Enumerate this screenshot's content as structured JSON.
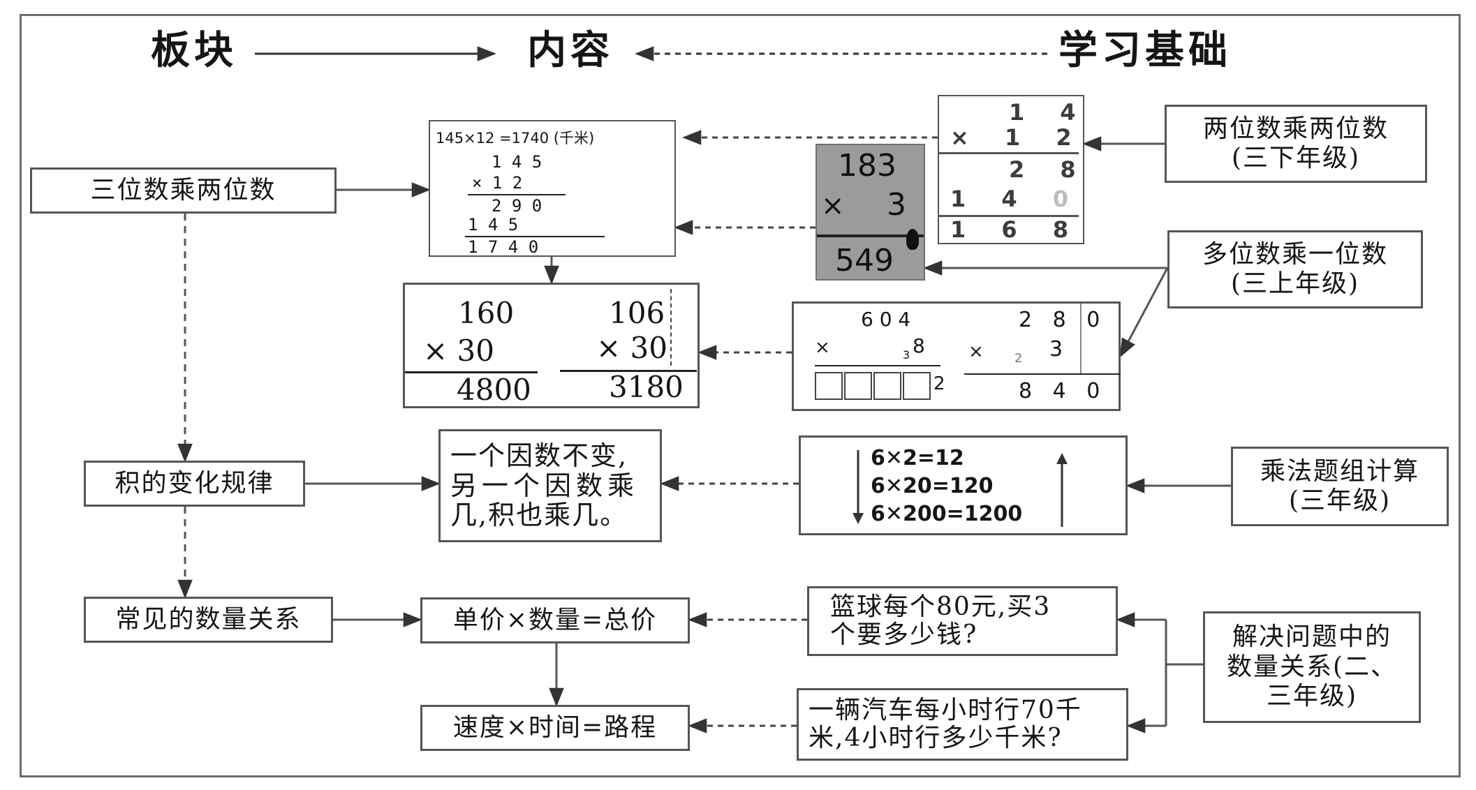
{
  "header": {
    "col1": "板块",
    "col2": "内容",
    "col3": "学习基础"
  },
  "modules": {
    "m1": "三位数乘两位数",
    "m2": "积的变化规律",
    "m3": "常见的数量关系"
  },
  "foundations": {
    "f1": [
      "两位数乘两位数",
      "(三下年级)"
    ],
    "f2": [
      "多位数乘一位数",
      "(三上年级)"
    ],
    "f3": [
      "乘法题组计算",
      "(三年级)"
    ],
    "f4": [
      "解决问题中的",
      "数量关系(二、",
      "三年级)"
    ]
  },
  "content": {
    "calc_145x12": {
      "caption": "145×12 =1740 (千米)",
      "rows": [
        "1 4 5",
        "× 1 2",
        "2 9 0",
        "1 4 5",
        "1 7 4 0"
      ]
    },
    "calc_160x30": {
      "top": "160",
      "mid": "× 30",
      "result": "4800"
    },
    "calc_106x30": {
      "top": "106",
      "mid": "× 30",
      "result": "3180"
    },
    "law_text": [
      "一个因数不变,",
      "另一个因数乘",
      "几,积也乘几。"
    ],
    "formula_price": "单价×数量=总价",
    "formula_speed": "速度×时间=路程"
  },
  "basis": {
    "calc_14x12": {
      "rows": [
        "1 4",
        "× 1 2",
        "2 8",
        "1 4 0",
        "1 6 8"
      ]
    },
    "calc_183x3": {
      "top": "183",
      "mid_sign": "×",
      "mid_num": "3",
      "result": "549"
    },
    "calc_604x8": {
      "top": "6 0 4",
      "sign": "×",
      "carry": "3",
      "digit": "8",
      "tail": "2"
    },
    "calc_280x3": {
      "top": "2 8 0",
      "sign": "×",
      "carry": "2",
      "digit": "3",
      "result": "8 4 0"
    },
    "product_series": [
      "6✕2=12",
      "6✕20=120",
      "6✕200=1200"
    ],
    "problem_basketball": [
      "篮球每个80元,买3",
      "个要多少钱?"
    ],
    "problem_car": [
      "一辆汽车每小时行70千",
      "米,4小时行多少千米?"
    ]
  },
  "colors": {
    "frame": "#6c6c6c",
    "box_border": "#555555",
    "card_gray": "#9b9b9b",
    "pale_zero": "#bdbdbd"
  }
}
